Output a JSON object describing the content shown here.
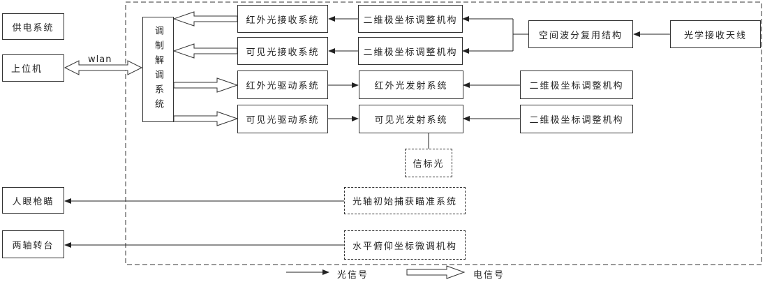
{
  "external": {
    "power": "供电系统",
    "host": "上位机",
    "eye_aim": "人眼枪瞄",
    "turntable": "两轴转台"
  },
  "wlan_label": "wlan",
  "modem": "调制解调系统",
  "receive": {
    "ir": "红外光接收系统",
    "visible": "可见光接收系统"
  },
  "drive": {
    "ir": "红外光驱动系统",
    "visible": "可见光驱动系统"
  },
  "adjust": {
    "rx_ir": "二维极坐标调整机构",
    "rx_visible": "二维极坐标调整机构",
    "tx_ir": "二维极坐标调整机构",
    "tx_visible": "二维极坐标调整机构"
  },
  "emit": {
    "ir": "红外光发射系统",
    "visible": "可见光发射系统"
  },
  "wdm": "空间波分复用结构",
  "antenna": "光学接收天线",
  "beacon": "信标光",
  "acquisition": "光轴初始捕获瞄准系统",
  "fine_adjust": "水平俯仰坐标微调机构",
  "legend": {
    "optical": "光信号",
    "electrical": "电信号"
  }
}
